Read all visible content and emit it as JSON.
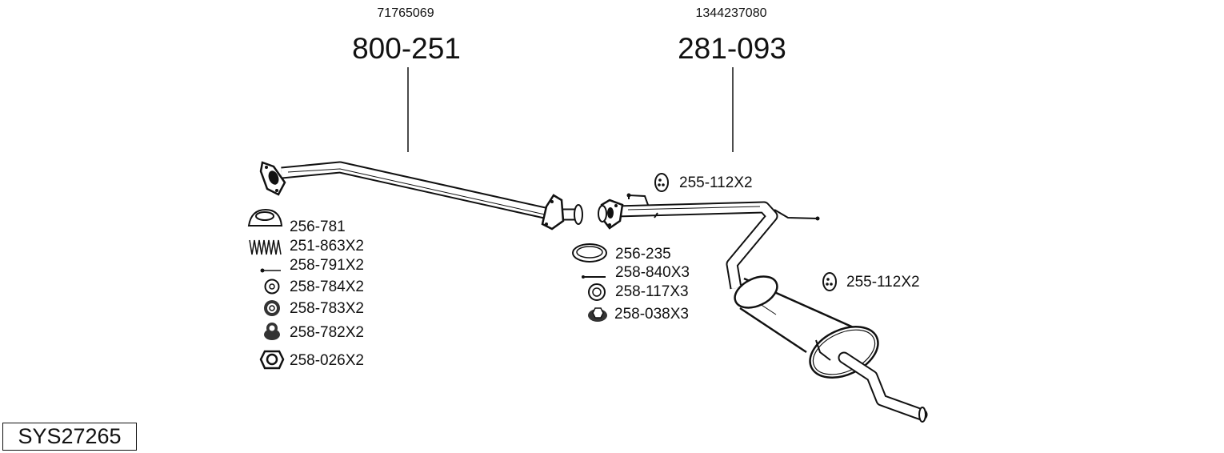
{
  "assemblies": [
    {
      "oe_number": "71765069",
      "part_number": "800-251"
    },
    {
      "oe_number": "1344237080",
      "part_number": "281-093"
    }
  ],
  "left_parts": [
    {
      "icon": "gasket-ring-icon",
      "label": "256-781"
    },
    {
      "icon": "spring-icon",
      "label": "251-863X2"
    },
    {
      "icon": "bolt-icon",
      "label": "258-791X2"
    },
    {
      "icon": "washer-icon",
      "label": "258-784X2"
    },
    {
      "icon": "thick-washer-icon",
      "label": "258-783X2"
    },
    {
      "icon": "bushing-icon",
      "label": "258-782X2"
    },
    {
      "icon": "hex-nut-icon",
      "label": "258-026X2"
    }
  ],
  "right_parts": [
    {
      "icon": "rubber-hanger-icon",
      "label": "255-112X2"
    },
    {
      "icon": "gasket-ring-icon",
      "label": "256-235"
    },
    {
      "icon": "bolt-icon",
      "label": "258-840X3"
    },
    {
      "icon": "washer-icon",
      "label": "258-117X3"
    },
    {
      "icon": "flange-nut-icon",
      "label": "258-038X3"
    },
    {
      "icon": "rubber-hanger-icon",
      "label": "255-112X2"
    }
  ],
  "system_id": "SYS27265"
}
